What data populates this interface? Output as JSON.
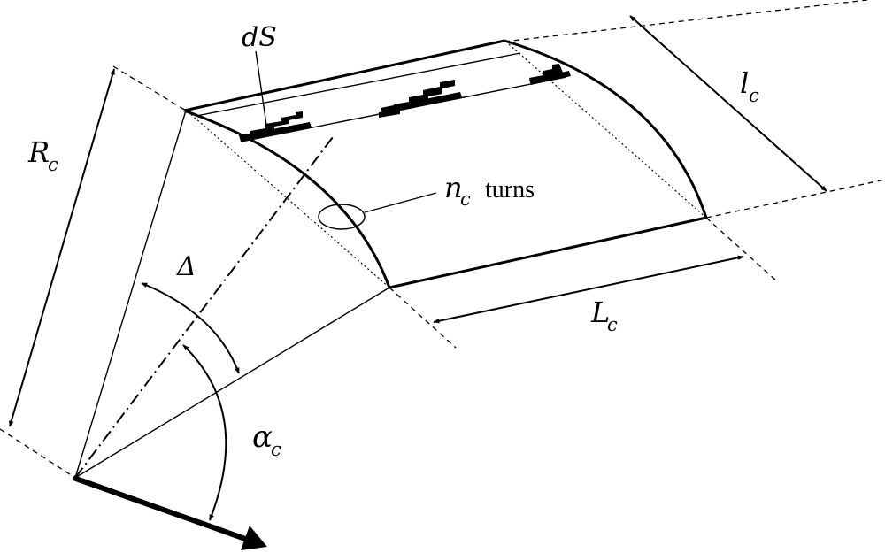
{
  "labels": {
    "ds": "dS",
    "rc_main": "R",
    "rc_sub": "c",
    "lc_main": "l",
    "lc_sub": "c",
    "Lc_main": "L",
    "Lc_sub": "c",
    "nc_main": "n",
    "nc_sub": "c",
    "nc_suffix": "turns",
    "delta": "Δ",
    "alpha_main": "α",
    "alpha_sub": "c"
  }
}
